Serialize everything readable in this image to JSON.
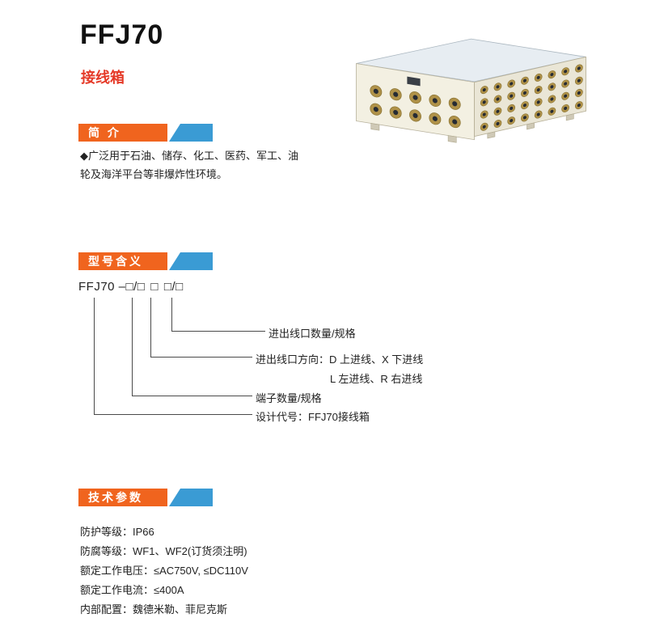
{
  "page": {
    "title": "FFJ70",
    "subtitle": "接线箱"
  },
  "colors": {
    "accent_orange": "#f0641e",
    "accent_blue": "#3a9bd4",
    "subtitle_red": "#e53a28"
  },
  "sections": {
    "intro": {
      "header": "简 介",
      "body": "◆广泛用于石油、储存、化工、医药、军工、油轮及海洋平台等非爆炸性环境。"
    },
    "model": {
      "header": "型号含义",
      "code_prefix": "FFJ70 –",
      "code_parts": [
        "□/□",
        "□",
        "□/□"
      ],
      "labels": [
        "进出线口数量/规格",
        "进出线口方向：D 上进线、X 下进线",
        "L 左进线、R 右进线",
        "端子数量/规格",
        "设计代号：FFJ70接线箱"
      ]
    },
    "tech": {
      "header": "技术参数",
      "params": [
        "防护等级：IP66",
        "防腐等级：WF1、WF2(订货须注明)",
        "额定工作电压：≤AC750V, ≤DC110V",
        "额定工作电流：≤400A",
        "内部配置：魏德米勒、菲尼克斯"
      ]
    }
  }
}
